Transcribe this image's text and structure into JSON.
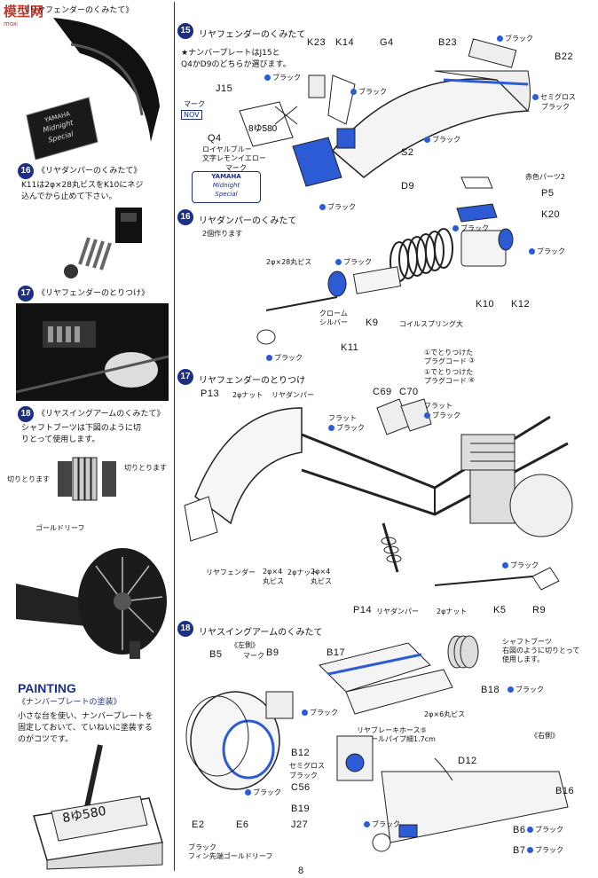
{
  "watermark": {
    "text": "模型网",
    "sub": "moxing.net"
  },
  "page_number": "8",
  "left": {
    "s14_title": "《リヤフェンダーのくみたて》",
    "photo_plate_line1": "YAMAHA",
    "photo_plate_line2": "Midnight",
    "photo_plate_line3": "Special",
    "s16_num": "16",
    "s16_title": "《リヤダンパーのくみたて》",
    "s16_text_1": "K11は2φ×28丸ビスをK10にネジ",
    "s16_text_2": "込んでから止めて下さい。",
    "s17_num": "17",
    "s17_title": "《リヤフェンダーのとりつけ》",
    "s18_num": "18",
    "s18_title": "《リヤスイングアームのくみたて》",
    "s18_text_1": "シャフトブーツは下図のように切",
    "s18_text_2": "りとって使用します。",
    "cut_left": "切りとります",
    "cut_right": "切りとります",
    "gold_leaf": "ゴールドリーフ",
    "painting_title": "PAINTING",
    "painting_sub": "《ナンバープレートの塗装》",
    "painting_text_1": "小さな台を使い、ナンバープレートを",
    "painting_text_2": "固定しておいて、ていねいに塗装する",
    "painting_text_3": "のがコツです。",
    "plate_number": "8ゆ580"
  },
  "s15": {
    "num": "15",
    "title": "リヤフェンダーのくみたて",
    "note_1": "★ナンバープレートはJ15と",
    "note_2": "Q4かD9のどちらか選びます。",
    "labels": {
      "k23": "K23",
      "k14": "K14",
      "g4": "G4",
      "b23": "B23",
      "b22": "B22",
      "j15": "J15",
      "s2": "S2",
      "q4": "Q4",
      "d9": "D9",
      "mark": "マーク",
      "mark2": "マーク",
      "nov": "NOV"
    },
    "royal_1": "ロイヤルブルー",
    "royal_2": "文字レモンイエロー",
    "black": "ブラック",
    "semigloss_1": "セミグロス",
    "semigloss_2": "ブラック",
    "decal_1": "YAMAHA",
    "decal_2": "Midnight",
    "decal_3": "Special"
  },
  "s16": {
    "num": "16",
    "title": "リヤダンパーのくみたて",
    "sub": "2個作ります",
    "red_parts": "赤色パーツ2",
    "labels": {
      "p5": "P5",
      "k20": "K20",
      "k10": "K10",
      "k12": "K12",
      "k9": "K9",
      "k11": "K11"
    },
    "screw": "2φ×28丸ビス",
    "chrome_1": "クローム",
    "chrome_2": "シルバー",
    "coil": "コイルスプリング大",
    "black": "ブラック"
  },
  "s17": {
    "num": "17",
    "title": "リヤフェンダーのとりつけ",
    "cord1_1": "①でとりつけた",
    "cord1_2": "プラグコード",
    "cord1_n": "③",
    "cord2_1": "①でとりつけた",
    "cord2_2": "プラグコード",
    "cord2_n": "④",
    "labels": {
      "p13": "P13",
      "c69": "C69",
      "c70": "C70",
      "p14": "P14",
      "k5": "K5",
      "r9": "R9"
    },
    "nut": "2φナット",
    "damper": "リヤダンパー",
    "flat_1": "フラット",
    "flat_2": "ブラック",
    "fender": "リヤフェンダー",
    "screw_1": "2φ×4",
    "screw_2": "丸ビス",
    "black": "ブラック"
  },
  "s18": {
    "num": "18",
    "title": "リヤスイングアームのくみたて",
    "left_side": "《左側》",
    "right_side": "《右側》",
    "mark": "マーク",
    "labels": {
      "b5": "B5",
      "b9": "B9",
      "b17": "B17",
      "b18": "B18",
      "b12": "B12",
      "c56": "C56",
      "b19": "B19",
      "j27": "J27",
      "e2": "E2",
      "e6": "E6",
      "d12": "D12",
      "b16": "B16",
      "b6": "B6",
      "b7": "B7"
    },
    "boot_1": "シャフトブーツ",
    "boot_2": "右図のように切りとって",
    "boot_3": "使用します。",
    "screw": "2φ×6丸ビス",
    "hose_1": "リヤブレーキホース⑤",
    "hose_2": "ビニールパイプ細1.7cm",
    "semigloss_1": "セミグロス",
    "semigloss_2": "ブラック",
    "black": "ブラック",
    "fin_1": "ブラック",
    "fin_2": "フィン先端ゴールドリーフ"
  },
  "colors": {
    "accent": "#1c2f86",
    "paint_blue": "#2d5bd6",
    "ink": "#111111"
  }
}
